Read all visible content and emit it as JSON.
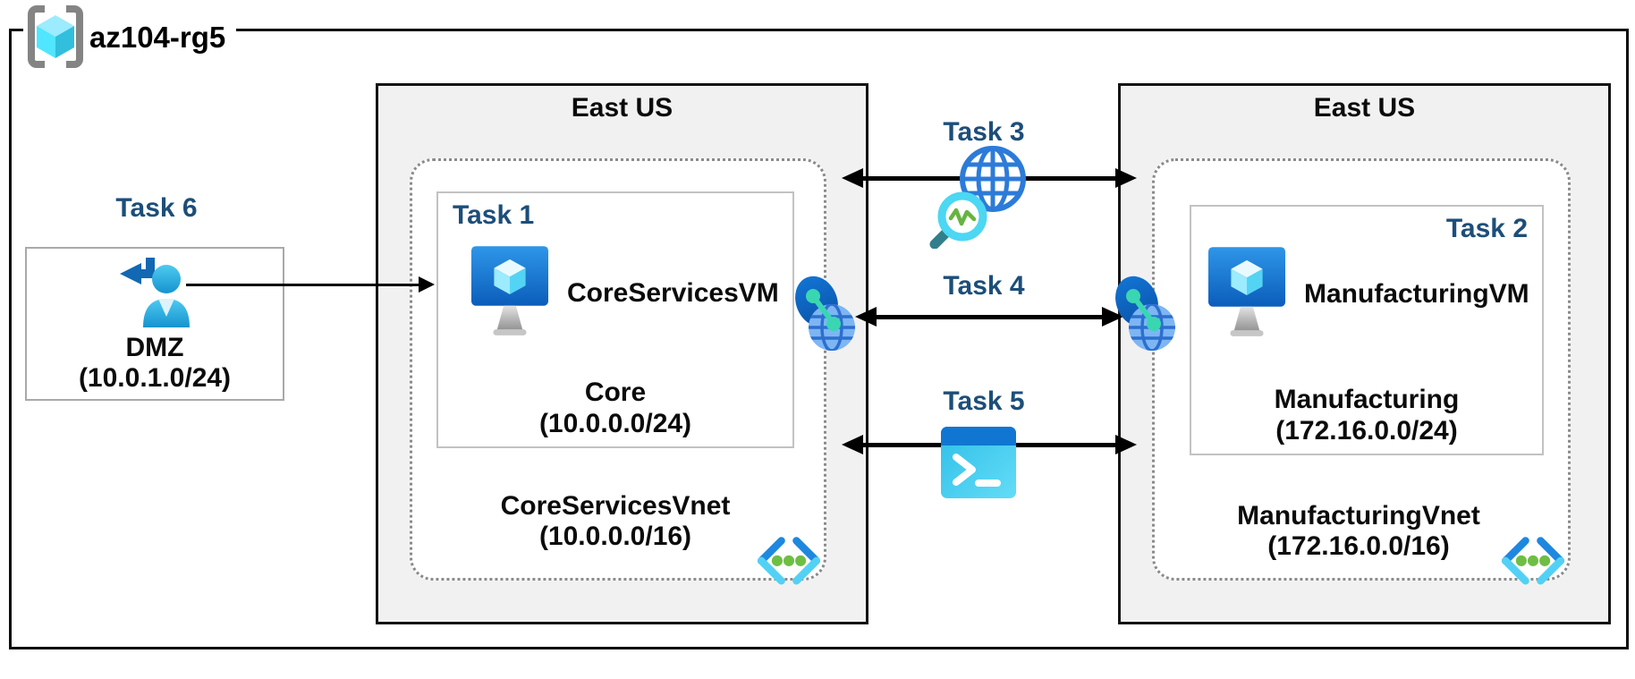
{
  "resource_group": {
    "name": "az104-rg5"
  },
  "dmz": {
    "task": "Task 6",
    "name": "DMZ",
    "cidr": "(10.0.1.0/24)"
  },
  "regions": {
    "core": {
      "title": "East US",
      "subnet": {
        "task": "Task 1",
        "vm": "CoreServicesVM",
        "name": "Core",
        "cidr": "(10.0.0.0/24)"
      },
      "vnet": {
        "name": "CoreServicesVnet",
        "cidr": "(10.0.0.0/16)"
      }
    },
    "manufacturing": {
      "title": "East US",
      "subnet": {
        "task": "Task 2",
        "vm": "ManufacturingVM",
        "name": "Manufacturing",
        "cidr": "(172.16.0.0/24)"
      },
      "vnet": {
        "name": "ManufacturingVnet",
        "cidr": "(172.16.0.0/16)"
      }
    }
  },
  "connections": {
    "task3": {
      "label": "Task 3",
      "icon": "network-watcher-icon"
    },
    "task4": {
      "label": "Task 4",
      "icon": "vnet-peering-icon"
    },
    "task5": {
      "label": "Task 5",
      "icon": "cloud-shell-icon"
    },
    "task6": {
      "icon": "dmz-user-icon"
    }
  },
  "icons": [
    "resource-group-icon",
    "virtual-machine-icon",
    "virtual-network-icon",
    "network-watcher-icon",
    "vnet-peering-icon",
    "cloud-shell-icon",
    "dmz-user-icon"
  ],
  "colors": {
    "task_label": "#1D4E79",
    "region_fill": "#F1F1F1",
    "arrow": "#000000",
    "azure_blue": "#0078D4",
    "azure_cyan": "#50E6FF",
    "green": "#76BC2D",
    "teal": "#3AD6B2"
  }
}
